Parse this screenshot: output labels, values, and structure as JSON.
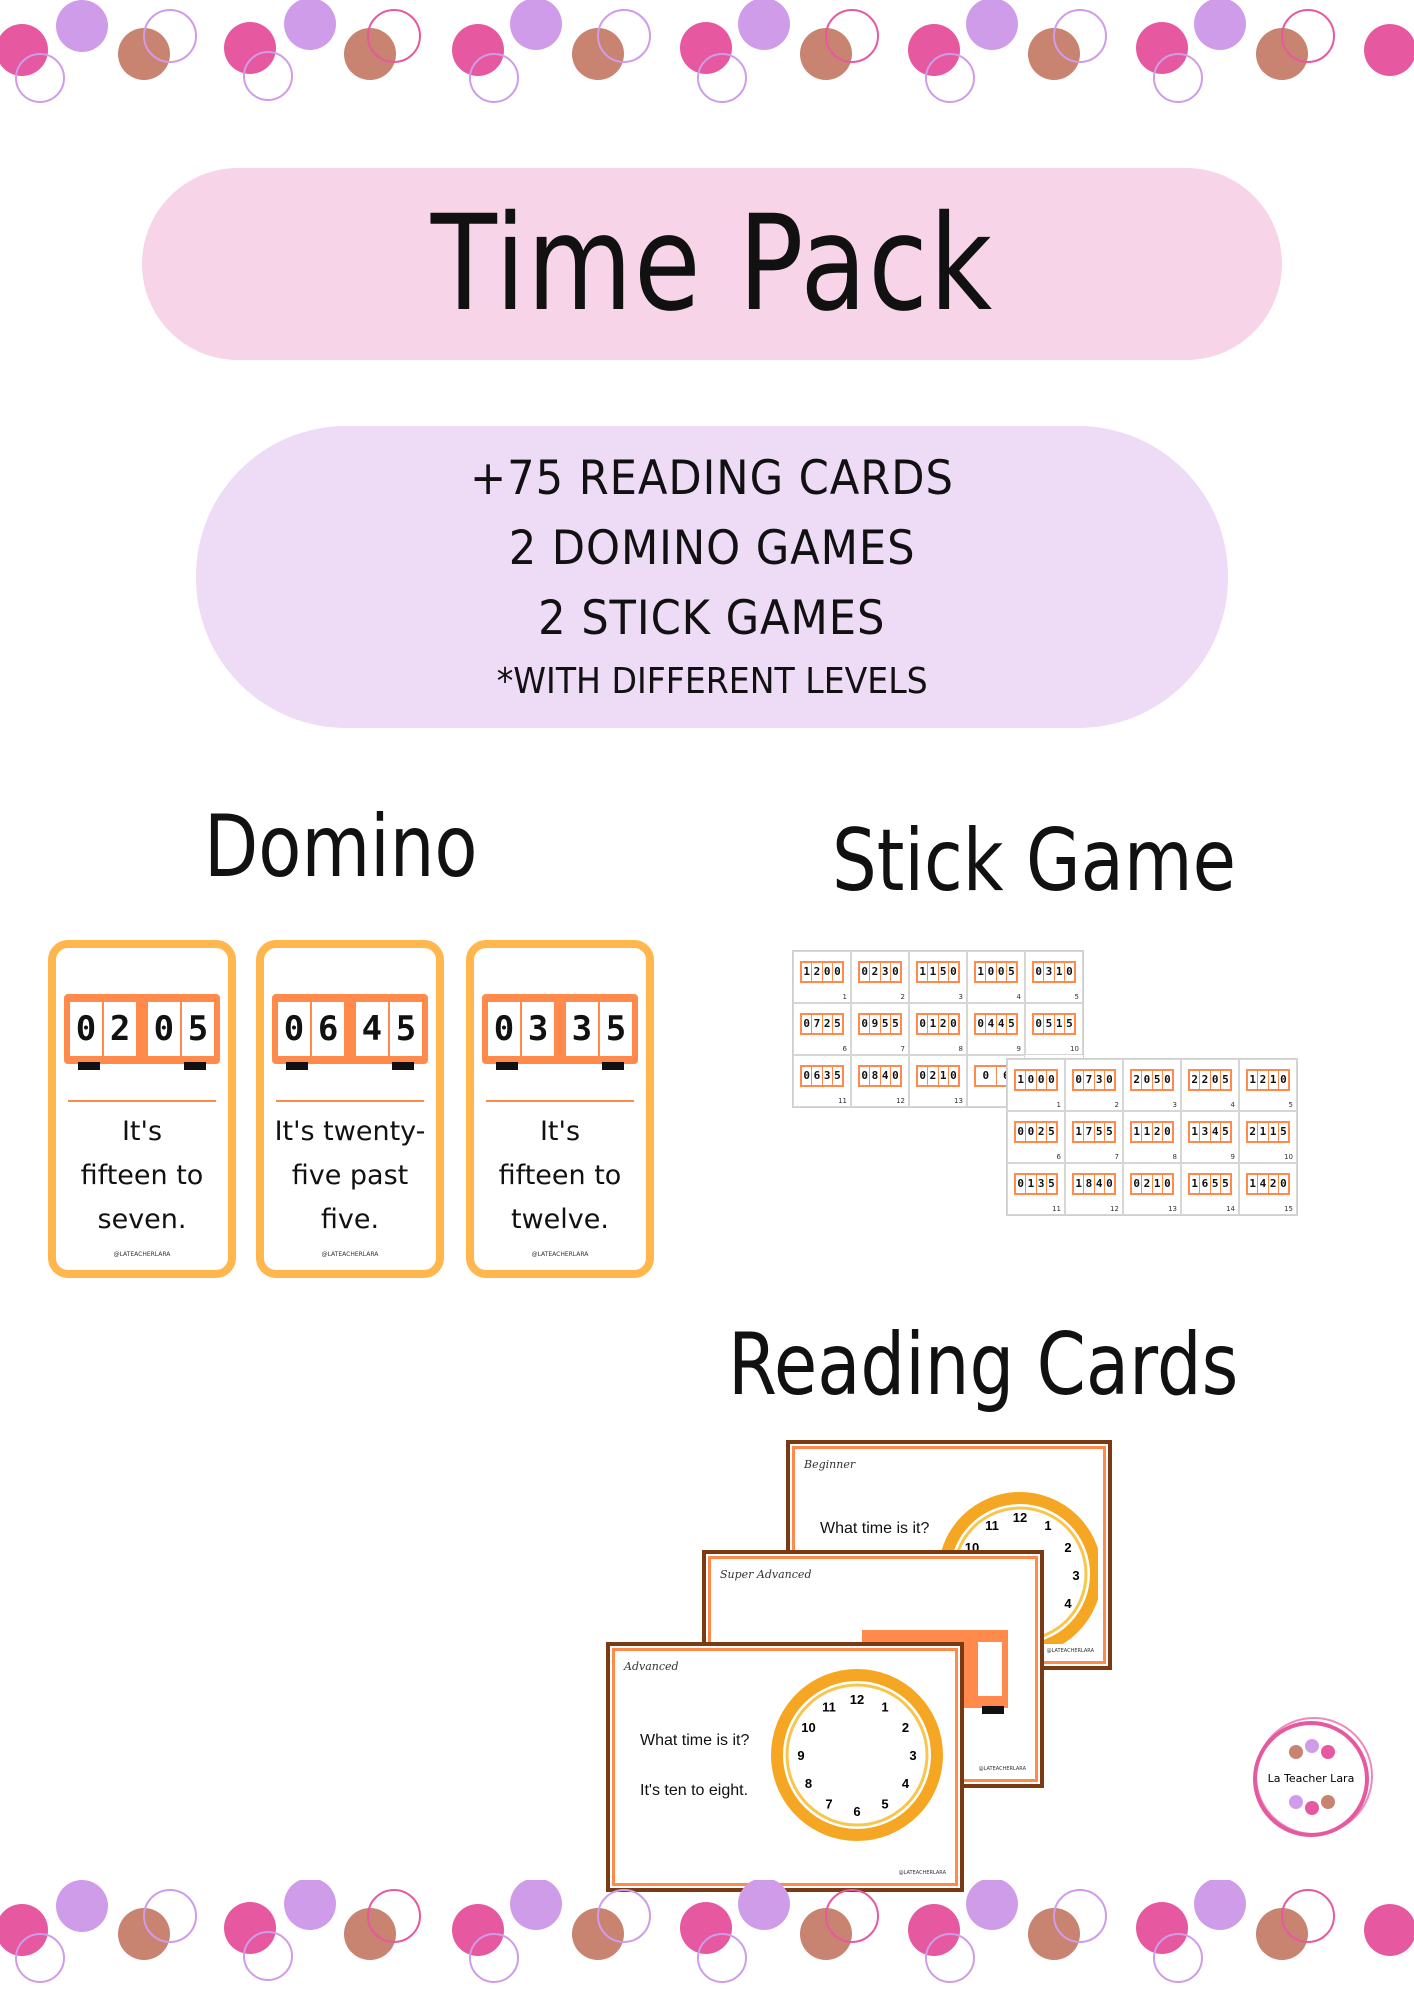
{
  "colors": {
    "pink": "#e6589f",
    "lilac": "#cf9ce9",
    "brown": "#c88371",
    "orange": "#ff8a4c",
    "card_border": "#ffb64d",
    "title_pill": "#f8d4e8",
    "info_pill": "#eedcf7"
  },
  "title": "Time Pack",
  "info": {
    "lines": [
      "+75 READING CARDS",
      "2 DOMINO GAMES",
      "2 STICK GAMES"
    ],
    "note": "*WITH DIFFERENT LEVELS"
  },
  "sections": {
    "domino": "Domino",
    "stick": "Stick Game",
    "reading": "Reading Cards"
  },
  "domino_cards": [
    {
      "digits": [
        "0",
        "2",
        "0",
        "5"
      ],
      "text": "It's\nfifteen to\nseven."
    },
    {
      "digits": [
        "0",
        "6",
        "4",
        "5"
      ],
      "text": "It's twenty-\nfive past\nfive."
    },
    {
      "digits": [
        "0",
        "3",
        "3",
        "5"
      ],
      "text": "It's\nfifteen to\ntwelve."
    }
  ],
  "stick_grid_back": {
    "rows": [
      [
        {
          "t": "1200",
          "n": "1"
        },
        {
          "t": "0230",
          "n": "2"
        },
        {
          "t": "1150",
          "n": "3"
        },
        {
          "t": "1005",
          "n": "4"
        },
        {
          "t": "0310",
          "n": "5"
        }
      ],
      [
        {
          "t": "0725",
          "n": "6"
        },
        {
          "t": "0955",
          "n": "7"
        },
        {
          "t": "0120",
          "n": "8"
        },
        {
          "t": "0445",
          "n": "9"
        },
        {
          "t": "0515",
          "n": "10"
        }
      ],
      [
        {
          "t": "0635",
          "n": "11"
        },
        {
          "t": "0840",
          "n": "12"
        },
        {
          "t": "0210",
          "n": "13"
        },
        {
          "t": "06",
          "n": ""
        },
        {
          "t": "",
          "n": ""
        }
      ]
    ]
  },
  "stick_grid_front": {
    "rows": [
      [
        {
          "t": "1000",
          "n": "1"
        },
        {
          "t": "0730",
          "n": "2"
        },
        {
          "t": "2050",
          "n": "3"
        },
        {
          "t": "2205",
          "n": "4"
        },
        {
          "t": "1210",
          "n": "5"
        }
      ],
      [
        {
          "t": "0025",
          "n": "6"
        },
        {
          "t": "1755",
          "n": "7"
        },
        {
          "t": "1120",
          "n": "8"
        },
        {
          "t": "1345",
          "n": "9"
        },
        {
          "t": "2115",
          "n": "10"
        }
      ],
      [
        {
          "t": "0135",
          "n": "11"
        },
        {
          "t": "1840",
          "n": "12"
        },
        {
          "t": "0210",
          "n": "13"
        },
        {
          "t": "1655",
          "n": "14"
        },
        {
          "t": "1420",
          "n": "15"
        }
      ]
    ]
  },
  "reading_cards": {
    "beginner": {
      "level": "Beginner",
      "question": "What time is it?"
    },
    "super_advanced": {
      "level": "Super Advanced"
    },
    "advanced": {
      "level": "Advanced",
      "question": "What time is it?",
      "answer": "It's ten to eight."
    }
  },
  "clock_numbers": [
    "12",
    "1",
    "2",
    "3",
    "4",
    "5",
    "6",
    "7",
    "8",
    "9",
    "10",
    "11"
  ],
  "card_watermark": "@LATEACHERLARA",
  "logo_text": "La Teacher Lara"
}
